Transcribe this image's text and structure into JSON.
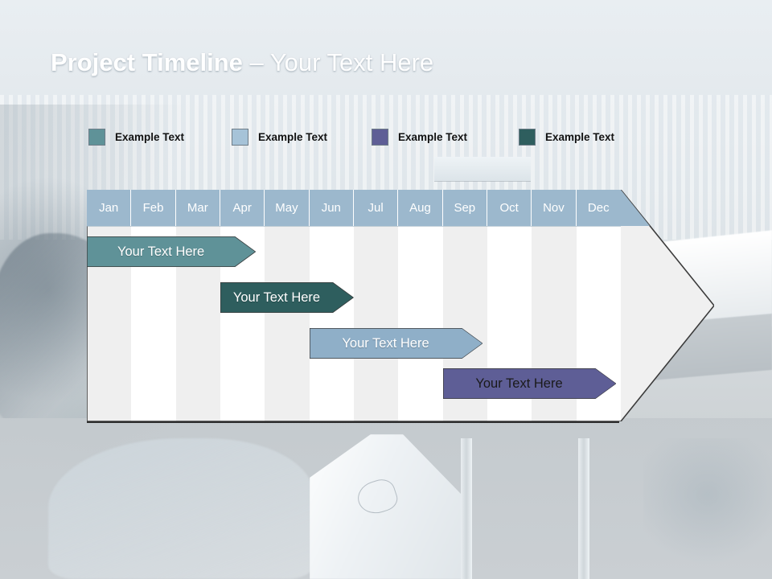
{
  "slide": {
    "title_strong": "Project Timeline",
    "title_separator": " – ",
    "title_light": "Your Text Here"
  },
  "legend": {
    "items": [
      {
        "label": "Example Text",
        "color": "#5f9298",
        "icon": "legend-swatch-teal"
      },
      {
        "label": "Example Text",
        "color": "#a6c3d8",
        "icon": "legend-swatch-light-blue"
      },
      {
        "label": "Example Text",
        "color": "#5e5e96",
        "icon": "legend-swatch-purple"
      },
      {
        "label": "Example Text",
        "color": "#2e5e5e",
        "icon": "legend-swatch-dark-teal"
      }
    ]
  },
  "chart_data": {
    "type": "bar",
    "title": "Project Timeline",
    "orientation": "horizontal-gantt",
    "categories": [
      "Jan",
      "Feb",
      "Mar",
      "Apr",
      "May",
      "Jun",
      "Jul",
      "Aug",
      "Sep",
      "Oct",
      "Nov",
      "Dec"
    ],
    "xlabel": "",
    "ylabel": "",
    "grid": true,
    "legend_position": "top",
    "series": [
      {
        "name": "Your  Text Here",
        "label": "Your  Text Here",
        "color": "#5f9298",
        "text_color": "#ffffff",
        "start_month": "Jan",
        "end_month": "Apr",
        "start_index": 0,
        "end_index": 3.8,
        "row": 1
      },
      {
        "name": "Your  Text Here",
        "label": "Your  Text Here",
        "color": "#2e5e5e",
        "text_color": "#ffffff",
        "start_month": "Apr",
        "end_month": "Jun",
        "start_index": 3,
        "end_index": 6,
        "row": 2
      },
      {
        "name": "Your  Text Here",
        "label": "Your  Text Here",
        "color": "#8fafc8",
        "text_color": "#ffffff",
        "start_month": "Jun",
        "end_month": "Sep",
        "start_index": 5,
        "end_index": 8.9,
        "row": 3
      },
      {
        "name": "Your  Text Here",
        "label": "Your  Text Here",
        "color": "#5e5e96",
        "text_color": "#1a1a1a",
        "start_month": "Sep",
        "end_month": "Dec",
        "start_index": 8,
        "end_index": 11.9,
        "row": 4
      }
    ]
  },
  "colors": {
    "header_top": "#47718c",
    "header_bottom": "#c9d8e2",
    "month_header": "#9cb8cd",
    "chart_body": "#f0f0f0",
    "stripe_light": "#ffffff",
    "stripe_grey": "#efefef",
    "outline": "#3c3c3c"
  }
}
